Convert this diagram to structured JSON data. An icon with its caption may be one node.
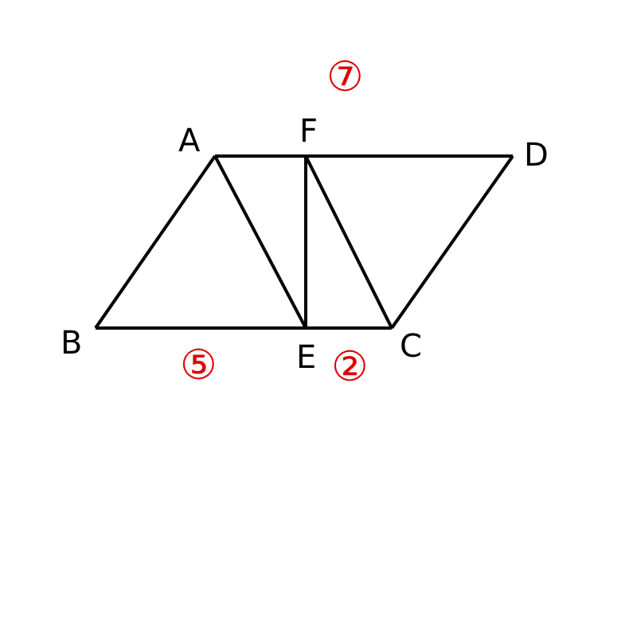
{
  "diagram": {
    "nodes": [
      {
        "text": [
          "A"
        ]
      },
      {
        "text": [
          "F"
        ]
      },
      {
        "text": [
          "D"
        ]
      },
      {
        "text": [
          "B"
        ]
      },
      {
        "text": [
          "E"
        ]
      },
      {
        "text": [
          "C"
        ]
      }
    ],
    "edges": [
      {
        "from": 0,
        "to": 1,
        "arrow": "none"
      },
      {
        "from": 1,
        "to": 2,
        "arrow": "none"
      },
      {
        "from": 0,
        "to": 3,
        "arrow": "none"
      },
      {
        "from": 3,
        "to": 4,
        "arrow": "none"
      },
      {
        "from": 4,
        "to": 5,
        "arrow": "none"
      },
      {
        "from": 0,
        "to": 4,
        "arrow": "none"
      },
      {
        "from": 1,
        "to": 4,
        "arrow": "none"
      },
      {
        "from": 1,
        "to": 5,
        "arrow": "none"
      },
      {
        "from": 2,
        "to": 5,
        "arrow": "none"
      }
    ],
    "labels": [
      "⑦",
      "⑤",
      "②"
    ]
  }
}
